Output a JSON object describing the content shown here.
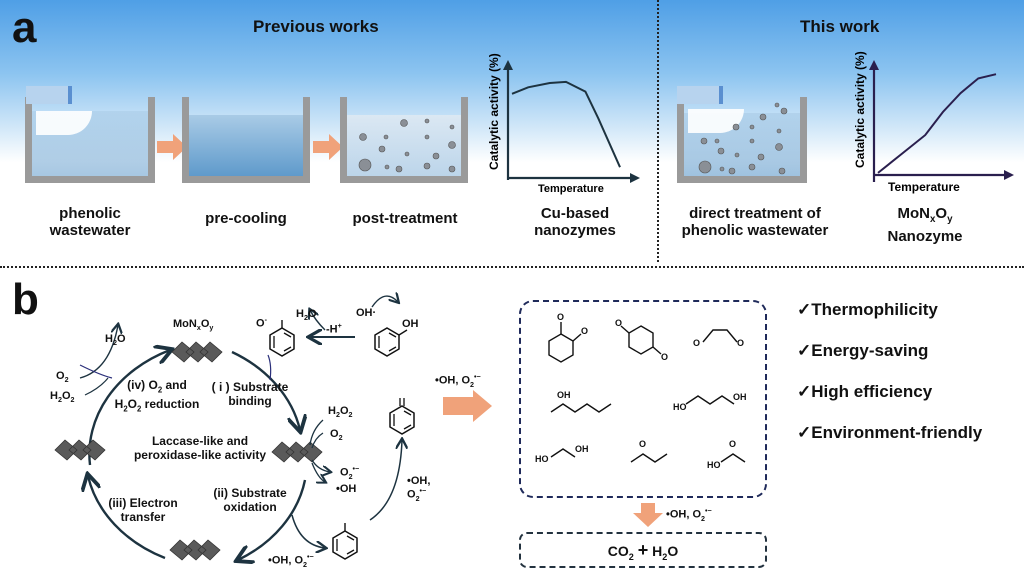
{
  "panel_a": {
    "label": "a",
    "previous_heading": "Previous works",
    "this_heading": "This work",
    "steps": [
      {
        "caption_line1": "phenolic",
        "caption_line2": "wastewater"
      },
      {
        "caption_line1": "pre-cooling",
        "caption_line2": ""
      },
      {
        "caption_line1": "post-treatment",
        "caption_line2": ""
      }
    ],
    "cu_chart": {
      "ylabel": "Catalytic activity (%)",
      "xlabel": "Temperature",
      "caption_line1": "Cu-based",
      "caption_line2": "nanozymes"
    },
    "direct_caption_line1": "direct treatment of",
    "direct_caption_line2": "phenolic wastewater",
    "mon_chart": {
      "ylabel": "Catalytic activity (%)",
      "xlabel": "Temperature",
      "caption_line1_prefix": "MoN",
      "caption_sub_x": "x",
      "caption_mid": "O",
      "caption_sub_y": "y",
      "caption_line2": "Nanozyme"
    }
  },
  "chart_data": [
    {
      "type": "line",
      "title": "Cu-based nanozymes",
      "xlabel": "Temperature",
      "ylabel": "Catalytic activity (%)",
      "x": [
        0,
        0.15,
        0.35,
        0.5,
        0.68,
        0.8,
        1.0
      ],
      "values": [
        0.78,
        0.84,
        0.88,
        0.89,
        0.8,
        0.55,
        0.1
      ],
      "note": "qualitative, unitless axes"
    },
    {
      "type": "line",
      "title": "MoNxOy Nanozyme",
      "xlabel": "Temperature",
      "ylabel": "Catalytic activity (%)",
      "x": [
        0,
        0.2,
        0.4,
        0.55,
        0.7,
        0.85,
        1.0
      ],
      "values": [
        0.02,
        0.2,
        0.38,
        0.6,
        0.78,
        0.92,
        0.96
      ],
      "note": "qualitative, unitless axes"
    }
  ],
  "panel_b": {
    "label": "b",
    "catalyst": "MoN",
    "catalyst_sub_x": "x",
    "catalyst_o": "O",
    "catalyst_sub_y": "y",
    "center_line1": "Laccase-like and",
    "center_line2": "peroxidase-like activity",
    "step_i_line1": "( i ) Substrate",
    "step_i_line2": "binding",
    "step_ii_line1": "(ii) Substrate",
    "step_ii_line2": "oxidation",
    "step_iii_line1": "(iii) Electron",
    "step_iii_line2": "transfer",
    "step_iv_line1": "(iv) O",
    "step_iv_line1b": " and",
    "step_iv_line2": "H",
    "step_iv_line2b": "O",
    "step_iv_line2c": " reduction",
    "h2o": "H",
    "h2o_b": "O",
    "o2": "O",
    "h2o2_a": "H",
    "h2o2_b": "O",
    "minus_h": "-H",
    "oh_radical_top": "OH",
    "oh_label": "OH",
    "o_minus": "O",
    "o_label": "O",
    "radicals": "•OH,  O",
    "oh_rad": "•OH",
    "oh_rad_comma": "•OH,",
    "o2_rad": "O",
    "superscript_rad": "•−",
    "arrow_radicals": "•OH,  O",
    "products_arrow_radicals": "•OH,  O",
    "final_products_co2": "CO",
    "final_plus": "+",
    "final_h2o": "H",
    "final_h2o_b": "O",
    "product_labels": {
      "oh": "OH",
      "ho": "HO",
      "o": "O"
    }
  },
  "features": [
    {
      "check": "✓",
      "label": "Thermophilicity"
    },
    {
      "check": "✓",
      "label": "Energy-saving"
    },
    {
      "check": "✓",
      "label": "High efficiency"
    },
    {
      "check": "✓",
      "label": "Environment-friendly"
    }
  ],
  "colors": {
    "sky_top": "#4f9fe6",
    "arrow_orange": "#f0a27a",
    "cycle_dark": "#1d3340",
    "box_navy": "#1f2a5a",
    "tank_gray": "#9a9a9a",
    "mon_line": "#2a1f4e"
  }
}
